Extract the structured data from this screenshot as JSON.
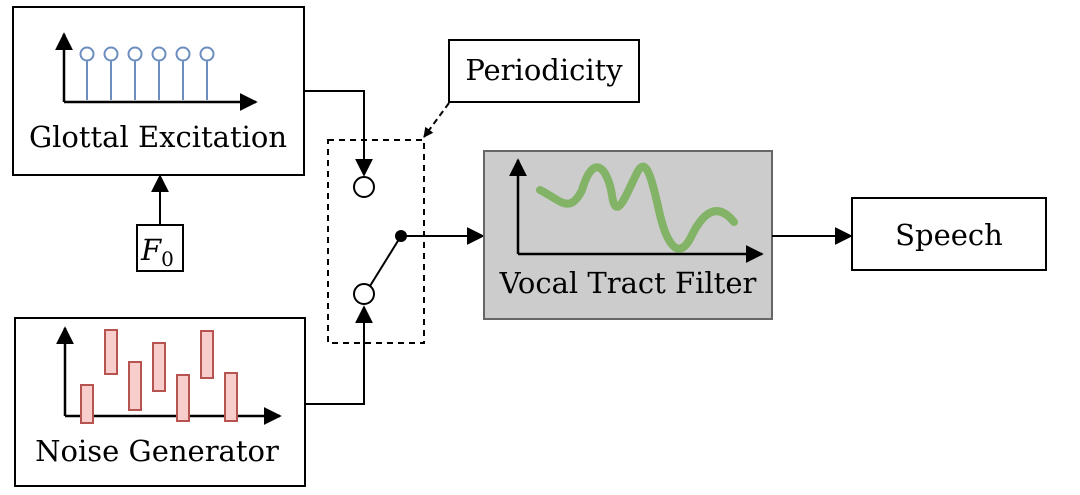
{
  "blocks": {
    "glottal": {
      "label": "Glottal Excitation"
    },
    "f0": {
      "symbol": "F",
      "subscript": "0"
    },
    "noise": {
      "label": "Noise Generator"
    },
    "periodicity": {
      "label": "Periodicity"
    },
    "filter": {
      "label": "Vocal Tract Filter"
    },
    "speech": {
      "label": "Speech"
    }
  },
  "colors": {
    "stem": "#6c8ebf",
    "noise_fill": "#f8cecc",
    "noise_stroke": "#b85450",
    "wave": "#82b366",
    "filter_fill": "#cccccc",
    "filter_stroke": "#666666"
  }
}
